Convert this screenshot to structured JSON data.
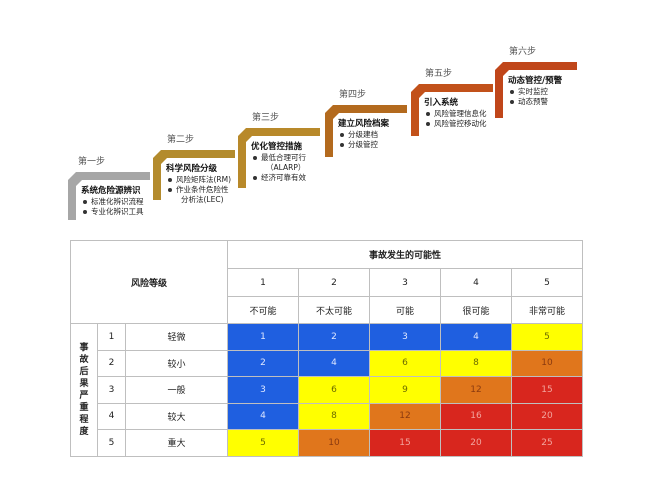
{
  "steps": [
    {
      "step": "第一步",
      "title": "系统危险源辨识",
      "items": [
        "标准化辨识流程",
        "专业化辨识工具"
      ],
      "color": "#a6a6a6"
    },
    {
      "step": "第二步",
      "title": "科学风险分级",
      "items": [
        "风险矩阵法(RM)",
        "作业条件危险性",
        "分析法(LEC)"
      ],
      "color": "#b38b2d"
    },
    {
      "step": "第三步",
      "title": "优化管控措施",
      "items": [
        "最低合理可行",
        "（ALARP）",
        "经济可靠有效"
      ],
      "color": "#b8892a"
    },
    {
      "step": "第四步",
      "title": "建立风险档案",
      "items": [
        "分级建档",
        "分级管控"
      ],
      "color": "#b36a1e"
    },
    {
      "step": "第五步",
      "title": "引入系统",
      "items": [
        "风险管理信息化",
        "风险管控移动化"
      ],
      "color": "#c2511a"
    },
    {
      "step": "第六步",
      "title": "动态管控/预警",
      "items": [
        "实时监控",
        "动态预警"
      ],
      "color": "#c0461a"
    }
  ],
  "matrix": {
    "corner_label": "风险等级",
    "likelihood_label": "事故发生的可能性",
    "likelihood_levels": [
      "1",
      "2",
      "3",
      "4",
      "5"
    ],
    "likelihood_names": [
      "不可能",
      "不太可能",
      "可能",
      "很可能",
      "非常可能"
    ],
    "severity_label": "事故后果严重程度",
    "severity_levels": [
      "1",
      "2",
      "3",
      "4",
      "5"
    ],
    "severity_names": [
      "轻微",
      "较小",
      "一般",
      "较大",
      "重大"
    ],
    "values": [
      [
        "1",
        "2",
        "3",
        "4",
        "5"
      ],
      [
        "2",
        "4",
        "6",
        "8",
        "10"
      ],
      [
        "3",
        "6",
        "9",
        "12",
        "15"
      ],
      [
        "4",
        "8",
        "12",
        "16",
        "20"
      ],
      [
        "5",
        "10",
        "15",
        "20",
        "25"
      ]
    ],
    "colors": {
      "blue": "#1f5fe0",
      "yellow": "#ffff00",
      "orange": "#e0761c",
      "red": "#d8261e"
    },
    "cell_color_keys": [
      [
        "blue",
        "blue",
        "blue",
        "blue",
        "yellow"
      ],
      [
        "blue",
        "blue",
        "yellow",
        "yellow",
        "orange"
      ],
      [
        "blue",
        "yellow",
        "yellow",
        "orange",
        "red"
      ],
      [
        "blue",
        "yellow",
        "orange",
        "red",
        "red"
      ],
      [
        "yellow",
        "orange",
        "red",
        "red",
        "red"
      ]
    ]
  }
}
